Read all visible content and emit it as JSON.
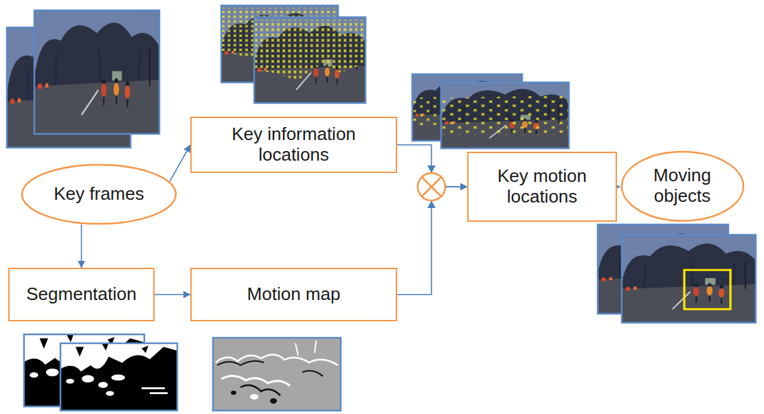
{
  "diagram": {
    "nodes": [
      {
        "text": [
          "Key frames"
        ]
      },
      {
        "text": [
          "Key information locations"
        ]
      },
      {
        "text": [
          "Segmentation"
        ]
      },
      {
        "text": [
          "Motion map"
        ]
      },
      {
        "text": [
          "Key motion locations"
        ]
      },
      {
        "text": [
          "Moving objects"
        ]
      }
    ],
    "edges": [
      {
        "from": 0,
        "to": 1,
        "arrow": "to"
      },
      {
        "from": 0,
        "to": 2,
        "arrow": "to"
      },
      {
        "from": 2,
        "to": 3,
        "arrow": "to"
      },
      {
        "from": 1,
        "to": 4,
        "arrow": "to"
      },
      {
        "from": 3,
        "to": 4,
        "arrow": "to"
      },
      {
        "from": 4,
        "to": 5,
        "arrow": "to"
      }
    ]
  }
}
